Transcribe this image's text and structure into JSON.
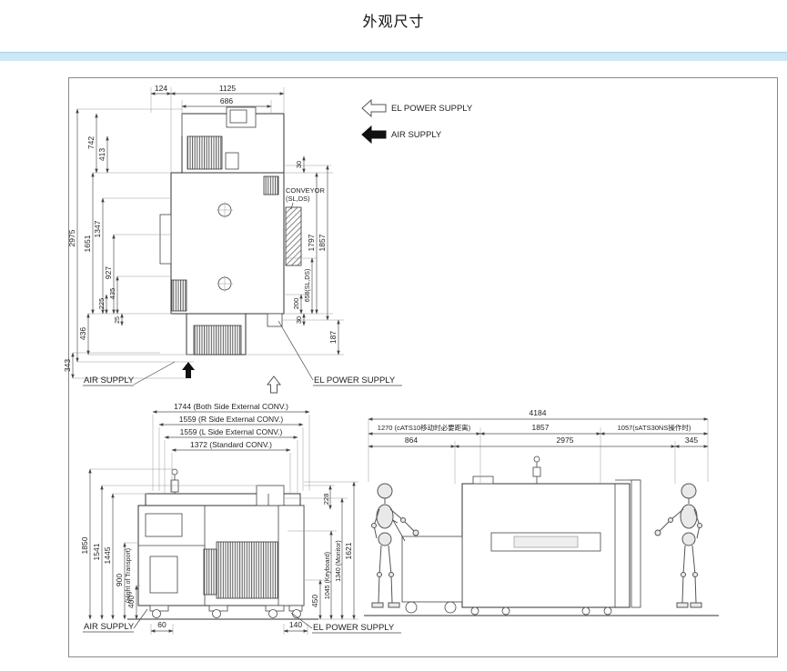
{
  "page": {
    "title": "外观尺寸"
  },
  "legend": {
    "el_power": "EL POWER SUPPLY",
    "air": "AIR SUPPLY"
  },
  "top_view": {
    "dims": {
      "w124": "124",
      "w1125": "1125",
      "w686": "686",
      "h742": "742",
      "h413": "413",
      "h2975": "2975",
      "h1651": "1651",
      "h1347": "1347",
      "h927": "927",
      "h225": "225",
      "h435": "435",
      "h25": "25",
      "h436": "436",
      "h343": "343",
      "r30_top": "30",
      "r1797": "1797",
      "r1857": "1857",
      "r658": "658(SL,DS)",
      "r200": "200",
      "r30_bottom": "30",
      "r187": "187"
    },
    "labels": {
      "conveyor_1": "CONVEYOR",
      "conveyor_2": "(SL,DS)",
      "air_supply": "AIR SUPPLY",
      "el_power_supply": "EL POWER SUPPLY"
    }
  },
  "front_view": {
    "dims": {
      "w1744": "1744 (Both Side External CONV.)",
      "w1559r": "1559 (R Side External CONV.)",
      "w1559l": "1559 (L Side External CONV.)",
      "w1372": "1372 (Standard CONV.)",
      "h1850": "1850",
      "h1541": "1541",
      "h1445": "1445",
      "h900": "900",
      "h900_note": "(Hight of Transport)",
      "h400": "400",
      "r228": "228",
      "r1621": "1621",
      "r1340": "1340 (Monitor)",
      "r1045": "1045 (Keyboard)",
      "r450": "450",
      "b60": "60",
      "b140": "140"
    },
    "labels": {
      "air_supply": "AIR SUPPLY",
      "el_power_supply": "EL POWER SUPPLY"
    }
  },
  "side_view": {
    "dims": {
      "w4184": "4184",
      "w1270": "1270 (cATS10移动时必要距离)",
      "w1857": "1857",
      "w1057": "1057(sATS30NS操作时)",
      "w864": "864",
      "w2975": "2975",
      "w345": "345"
    }
  }
}
